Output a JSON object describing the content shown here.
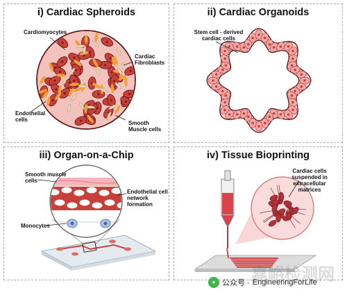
{
  "panels": {
    "spheroids": {
      "title": "i) Cardiac Spheroids",
      "labels": {
        "cardiomyocytes": "Cardiomyocytes",
        "fibroblasts_1": "Cardiac",
        "fibroblasts_2": "Fibroblasts",
        "endothelial_1": "Endothelial",
        "endothelial_2": "cells",
        "smooth_1": "Smooth",
        "smooth_2": "Muscle cells"
      }
    },
    "organoids": {
      "title": "ii) Cardiac Organoids",
      "labels": {
        "stem_1": "Stem cell - derived",
        "stem_2": "cardiac cells"
      }
    },
    "chip": {
      "title": "iii) Organ-on-a-Chip",
      "labels": {
        "smooth_1": "Smooth muscle",
        "smooth_2": "cells",
        "endo_1": "Endothelial cell",
        "endo_2": "network",
        "endo_3": "formation",
        "monocytes": "Monocytes"
      }
    },
    "bioprinting": {
      "title": "iv) Tissue Bioprinting",
      "labels": {
        "cells_1": "Cardiac cells",
        "cells_2": "suspended in",
        "cells_3": "extracellular",
        "cells_4": "matrices"
      }
    }
  },
  "watermark": {
    "account_prefix": "公众号 · ",
    "account_name": "EngineeringForLife",
    "site_text": "嘉峪检测网"
  },
  "colors": {
    "cardiomyocyte_red": "#c8403a",
    "fibroblast_orange": "#f0a13a",
    "matrix_pink": "#f3c2bd",
    "outline_dark": "#5a1414",
    "chip_base": "#e3eaf0",
    "bioink_red": "#d9434b"
  }
}
